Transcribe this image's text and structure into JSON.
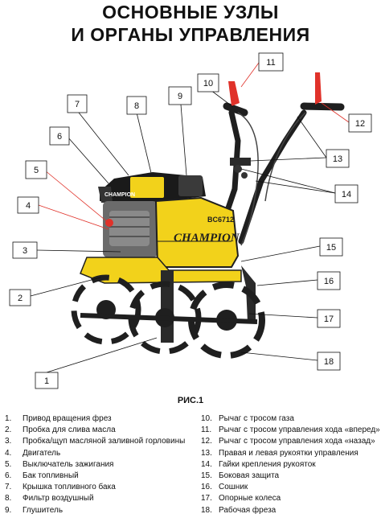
{
  "title": {
    "line1": "ОСНОВНЫЕ УЗЛЫ",
    "line2": "И ОРГАНЫ УПРАВЛЕНИЯ"
  },
  "figure": {
    "caption": "РИС.1",
    "brand_text": "CHAMPION",
    "engine_brand": "CHAMPION",
    "model": "BC6712",
    "callouts": [
      "1",
      "2",
      "3",
      "4",
      "5",
      "6",
      "7",
      "8",
      "9",
      "10",
      "11",
      "12",
      "13",
      "14",
      "15",
      "16",
      "17",
      "18"
    ],
    "colors": {
      "body_yellow": "#f2d21b",
      "metal_dark": "#1f1f1f",
      "engine_grey": "#6b6b6b",
      "handle_red": "#e0322a"
    }
  },
  "legend": {
    "left": [
      {
        "num": "1.",
        "text": "Привод вращения фрез"
      },
      {
        "num": "2.",
        "text": "Пробка для слива масла"
      },
      {
        "num": "3.",
        "text": "Пробка/щуп масляной заливной горловины"
      },
      {
        "num": "4.",
        "text": "Двигатель"
      },
      {
        "num": "5.",
        "text": "Выключатель зажигания"
      },
      {
        "num": "6.",
        "text": "Бак топливный"
      },
      {
        "num": "7.",
        "text": "Крышка топливного бака"
      },
      {
        "num": "8.",
        "text": "Фильтр воздушный"
      },
      {
        "num": "9.",
        "text": "Глушитель"
      }
    ],
    "right": [
      {
        "num": "10.",
        "text": "Рычаг с тросом газа"
      },
      {
        "num": "11.",
        "text": "Рычаг с тросом управления хода «вперед»"
      },
      {
        "num": "12.",
        "text": "Рычаг с тросом управления хода «назад»"
      },
      {
        "num": "13.",
        "text": "Правая и левая рукоятки управления"
      },
      {
        "num": "14.",
        "text": "Гайки крепления рукояток"
      },
      {
        "num": "15.",
        "text": "Боковая защита"
      },
      {
        "num": "16.",
        "text": "Сошник"
      },
      {
        "num": "17.",
        "text": "Опорные колеса"
      },
      {
        "num": "18.",
        "text": "Рабочая фреза"
      }
    ]
  }
}
